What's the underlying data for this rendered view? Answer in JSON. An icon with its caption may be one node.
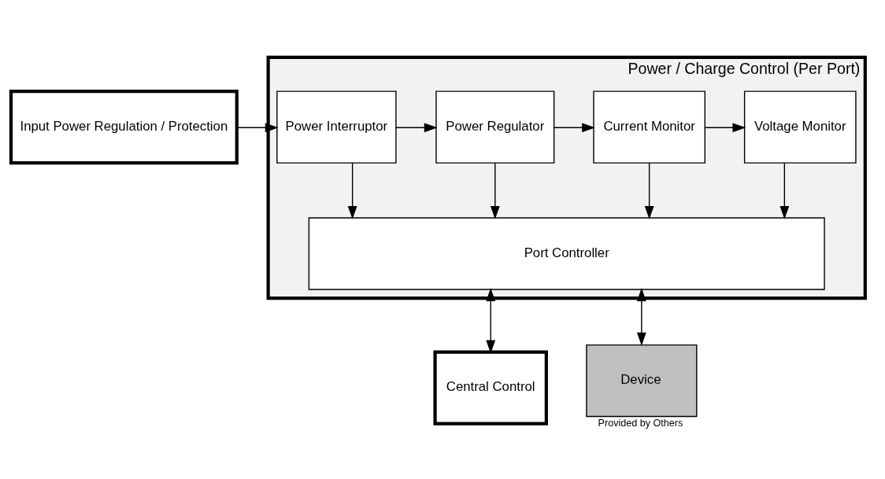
{
  "diagram": {
    "nodes": [
      {
        "text": [
          "Input Power Regulation / Protection"
        ]
      },
      {
        "text": [
          "Power / Charge Control (Per Port)"
        ]
      },
      {
        "text": [
          "Power Interruptor"
        ],
        "in": 1
      },
      {
        "text": [
          "Power Regulator"
        ],
        "in": 1
      },
      {
        "text": [
          "Current Monitor"
        ],
        "in": 1
      },
      {
        "text": [
          "Voltage Monitor"
        ],
        "in": 1
      },
      {
        "text": [
          "Port Controller"
        ],
        "in": 1
      },
      {
        "text": [
          "Central Control"
        ]
      },
      {
        "text": [
          "Device"
        ],
        "beside": [
          "Provided by Others"
        ]
      }
    ],
    "edges": [
      {
        "from": 0,
        "to": 2,
        "arrow": "to"
      },
      {
        "from": 2,
        "to": 3,
        "arrow": "to"
      },
      {
        "from": 3,
        "to": 4,
        "arrow": "to"
      },
      {
        "from": 4,
        "to": 5,
        "arrow": "to"
      },
      {
        "from": 2,
        "to": 6,
        "arrow": "to"
      },
      {
        "from": 3,
        "to": 6,
        "arrow": "to"
      },
      {
        "from": 4,
        "to": 6,
        "arrow": "to"
      },
      {
        "from": 5,
        "to": 6,
        "arrow": "to"
      },
      {
        "from": 6,
        "to": 7,
        "arrow": "both"
      },
      {
        "from": 6,
        "to": 8,
        "arrow": "both"
      }
    ]
  }
}
